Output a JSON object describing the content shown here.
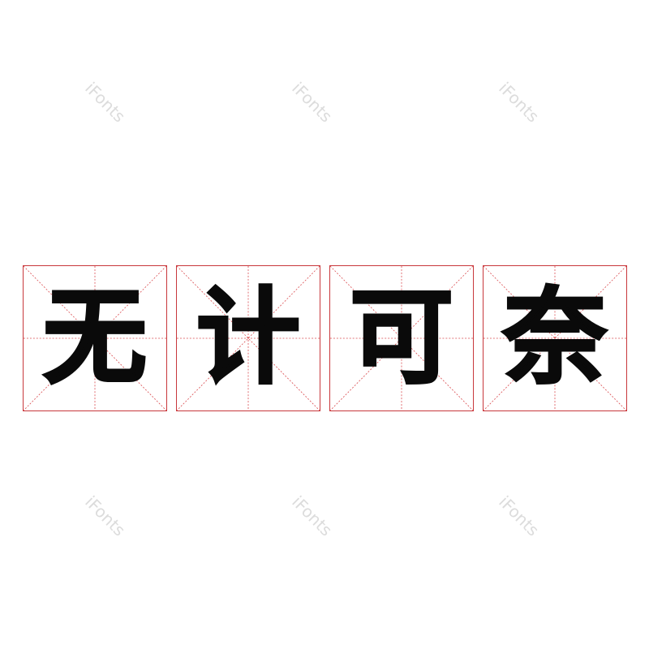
{
  "watermark_text": "iFonts",
  "phrase": {
    "chars": [
      "无",
      "计",
      "可",
      "奈"
    ]
  },
  "colors": {
    "background": "#ffffff",
    "grid_border": "#c8383c",
    "grid_guides": "#d9484c",
    "glyph": "#0a0a0a",
    "watermark": "#dcdcdc"
  }
}
